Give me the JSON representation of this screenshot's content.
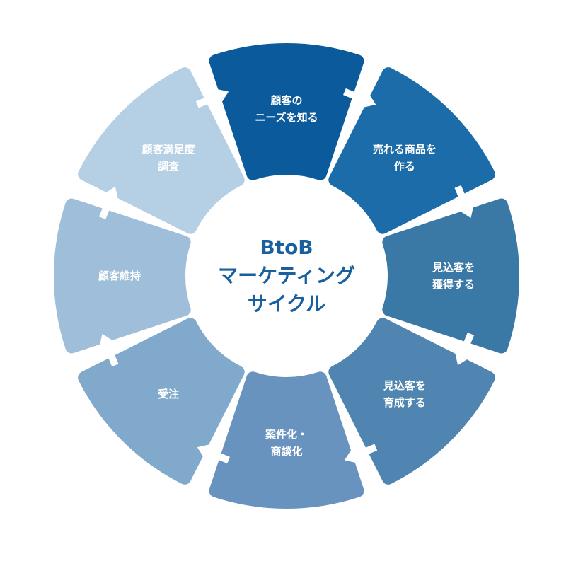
{
  "center": {
    "lines": [
      "BtoB",
      "マーケティング",
      "サイクル"
    ],
    "color": "#1a5f9e"
  },
  "segments": [
    {
      "id": "needs",
      "lines": [
        "顧客の",
        "ニーズを知る"
      ],
      "color": "#0a5a9c",
      "text_color": "#ffffff"
    },
    {
      "id": "product",
      "lines": [
        "売れる商品を",
        "作る"
      ],
      "color": "#1b6ca8",
      "text_color": "#ffffff"
    },
    {
      "id": "acquire",
      "lines": [
        "見込客を",
        "獲得する"
      ],
      "color": "#3a78a6",
      "text_color": "#ffffff"
    },
    {
      "id": "nurture",
      "lines": [
        "見込客を",
        "育成する"
      ],
      "color": "#4f85b0",
      "text_color": "#ffffff"
    },
    {
      "id": "deal",
      "lines": [
        "案件化・",
        "商談化"
      ],
      "color": "#6793be",
      "text_color": "#ffffff"
    },
    {
      "id": "order",
      "lines": [
        "受注"
      ],
      "color": "#80a9cb",
      "text_color": "#ffffff"
    },
    {
      "id": "retention",
      "lines": [
        "顧客維持"
      ],
      "color": "#9fbed9",
      "text_color": "#1a5f9e"
    },
    {
      "id": "satisfaction",
      "lines": [
        "顧客満足度",
        "調査"
      ],
      "color": "#b5cfe4",
      "text_color": "#1a5f9e"
    }
  ]
}
